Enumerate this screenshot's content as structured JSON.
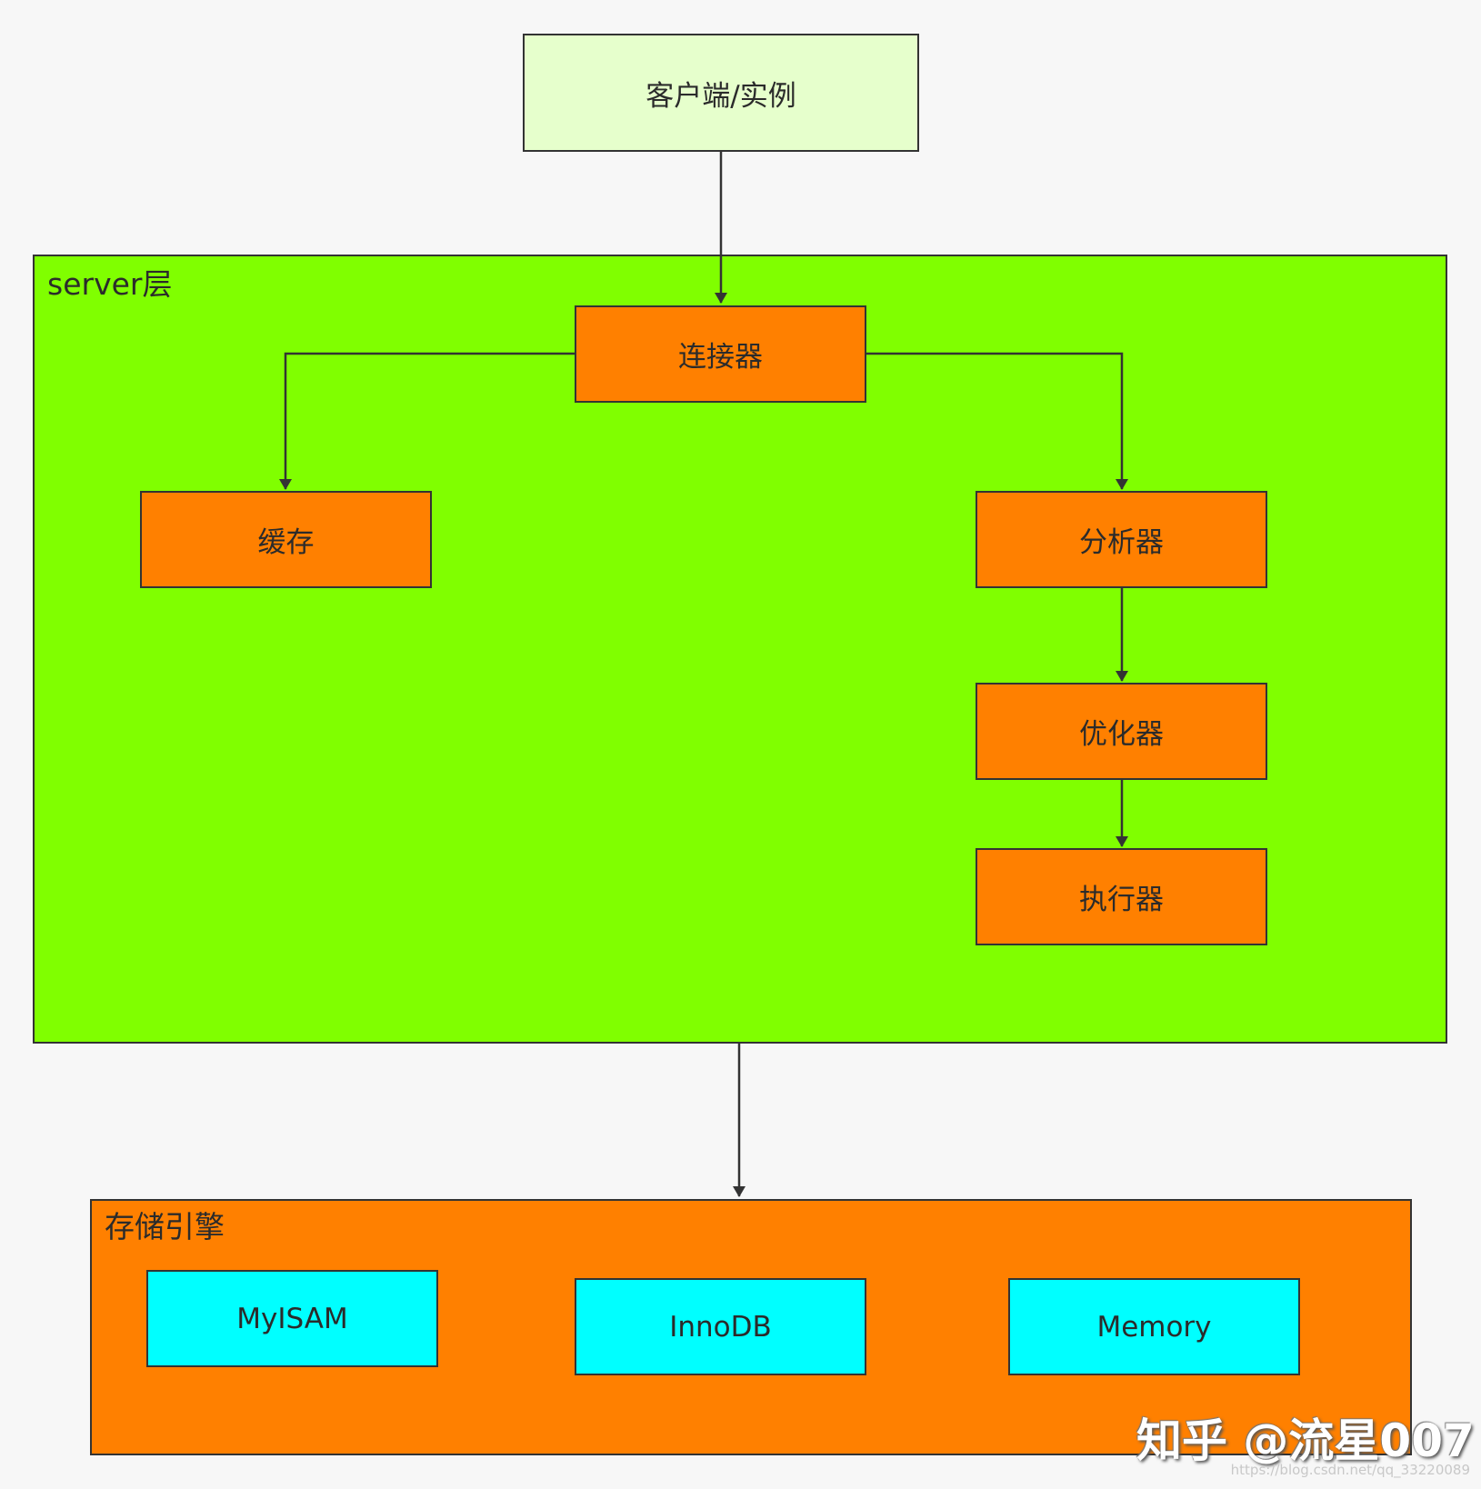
{
  "client": {
    "label": "客户端/实例"
  },
  "server_layer": {
    "label": "server层",
    "nodes": {
      "connector": "连接器",
      "cache": "缓存",
      "analyzer": "分析器",
      "optimizer": "优化器",
      "executor": "执行器"
    }
  },
  "storage_engine": {
    "label": "存储引擎",
    "engines": {
      "myisam": "MyISAM",
      "innodb": "InnoDB",
      "memory": "Memory"
    }
  },
  "watermark": {
    "text": "知乎 @流星007",
    "url": "https://blog.csdn.net/qq_33220089"
  },
  "colors": {
    "client_fill": "#e6ffcc",
    "server_fill": "#80ff00",
    "node_fill": "#ff8000",
    "storage_fill": "#ff8000",
    "engine_fill": "#00ffff",
    "stroke": "#333333"
  }
}
